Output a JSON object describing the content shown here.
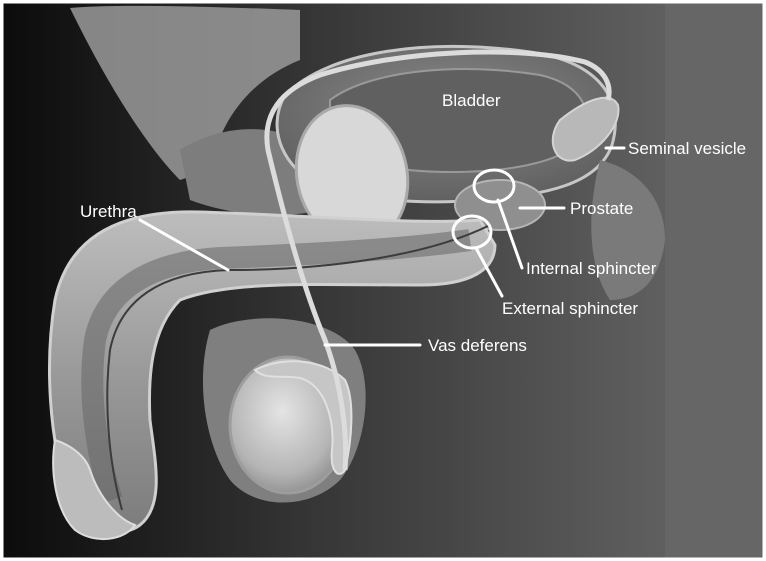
{
  "diagram": {
    "labels": {
      "bladder": "Bladder",
      "seminal_vesicle": "Seminal vesicle",
      "prostate": "Prostate",
      "urethra": "Urethra",
      "internal_sphincter": "Internal sphincter",
      "external_sphincter": "External sphincter",
      "vas_deferens": "Vas deferens"
    },
    "colors": {
      "label_text": "#ffffff",
      "background_dark": "#0d0d0d",
      "background_gray": "#666666"
    }
  }
}
